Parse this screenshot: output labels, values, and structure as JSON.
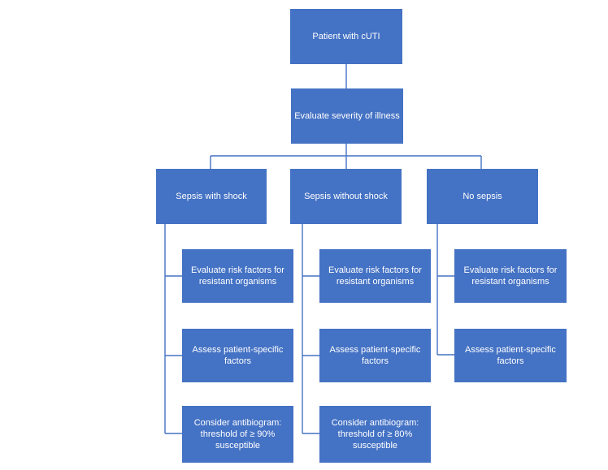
{
  "diagram": {
    "type": "flowchart",
    "colors": {
      "box_fill": "#4472C4",
      "box_text": "#FFFFFF",
      "connector": "#4472C4",
      "background": "#FFFFFF"
    },
    "root": {
      "label": "Patient with cUTI"
    },
    "severity": {
      "label": "Evaluate severity of illness"
    },
    "branches": [
      {
        "label": "Sepsis with shock",
        "children": [
          {
            "label": "Evaluate risk factors for resistant organisms"
          },
          {
            "label": "Assess patient-specific factors"
          },
          {
            "label": "Consider antibiogram: threshold of ≥ 90% susceptible"
          }
        ]
      },
      {
        "label": "Sepsis without shock",
        "children": [
          {
            "label": "Evaluate risk factors for resistant organisms"
          },
          {
            "label": "Assess patient-specific factors"
          },
          {
            "label": "Consider antibiogram: threshold of ≥ 80% susceptible"
          }
        ]
      },
      {
        "label": "No sepsis",
        "children": [
          {
            "label": "Evaluate risk factors for resistant organisms"
          },
          {
            "label": "Assess patient-specific factors"
          }
        ]
      }
    ]
  }
}
